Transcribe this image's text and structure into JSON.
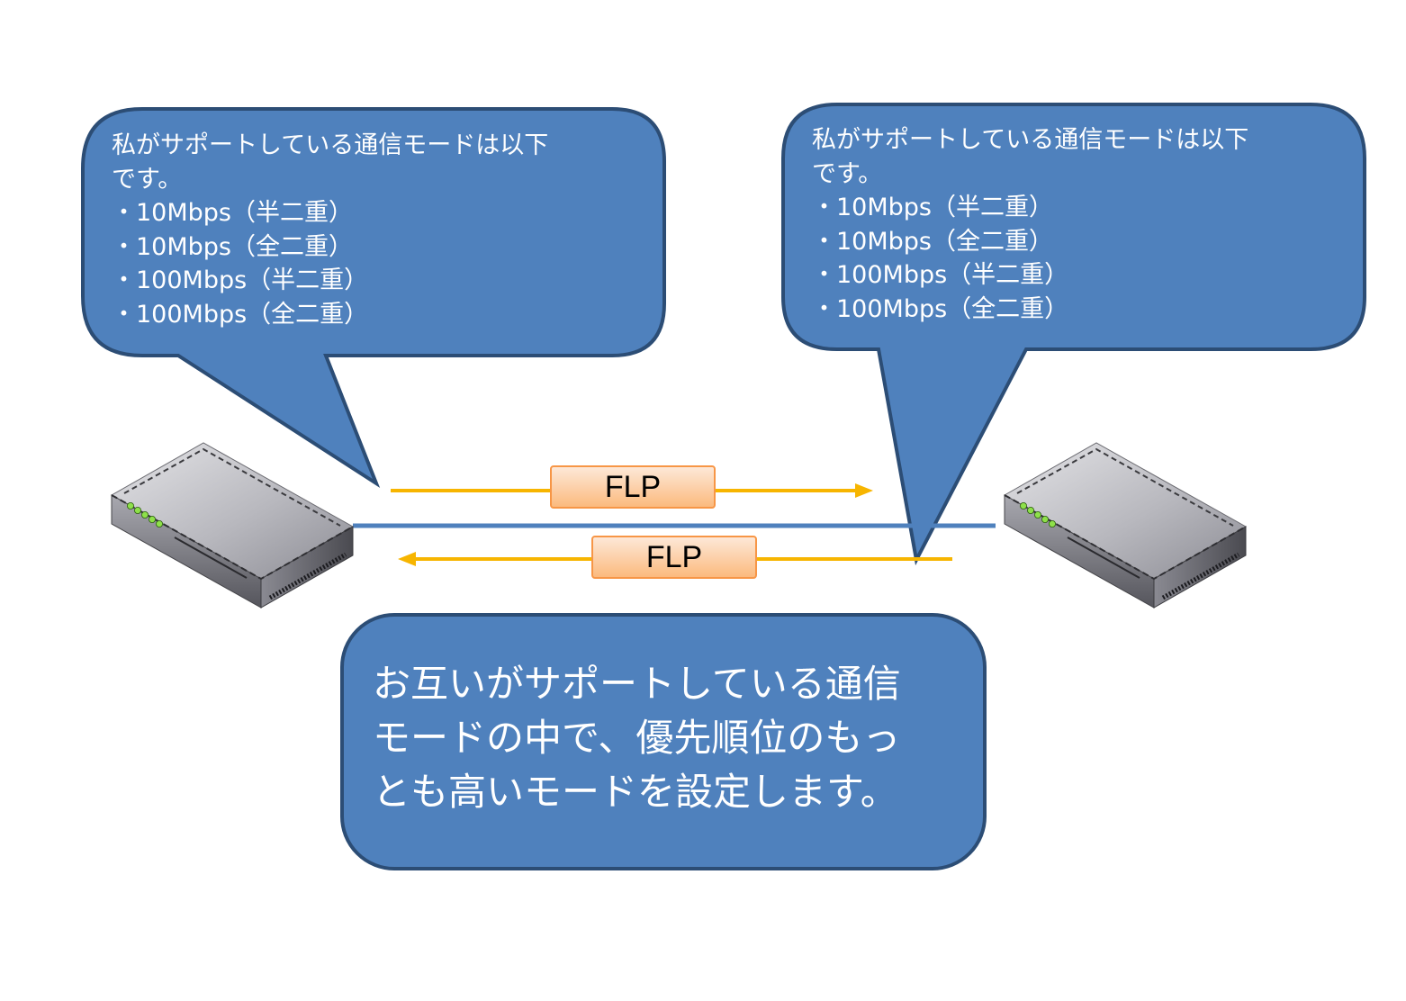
{
  "colors": {
    "bubble_fill": "#4f81bd",
    "bubble_stroke": "#2c4d75",
    "arrow": "#f7b500",
    "cable": "#4f81bd",
    "flp_fill_top": "#fde9d9",
    "flp_fill_bottom": "#fbb97c",
    "flp_stroke": "#f79646",
    "text_light": "#ffffff"
  },
  "left_bubble": {
    "lines": [
      "私がサポートしている通信モードは以下",
      "です。",
      "・10Mbps（半二重）",
      "・10Mbps（全二重）",
      "・100Mbps（半二重）",
      "・100Mbps（全二重）"
    ]
  },
  "right_bubble": {
    "lines": [
      "私がサポートしている通信モードは以下",
      "です。",
      "・10Mbps（半二重）",
      "・10Mbps（全二重）",
      "・100Mbps（半二重）",
      "・100Mbps（全二重）"
    ]
  },
  "flp_top": {
    "label": "FLP",
    "direction": "right"
  },
  "flp_bottom": {
    "label": "FLP",
    "direction": "left"
  },
  "summary": {
    "lines": [
      "お互いがサポートしている通信",
      "モードの中で、優先順位のもっ",
      "とも高いモードを設定します。"
    ]
  },
  "devices": [
    {
      "icon": "network-switch-icon"
    },
    {
      "icon": "network-switch-icon"
    }
  ]
}
